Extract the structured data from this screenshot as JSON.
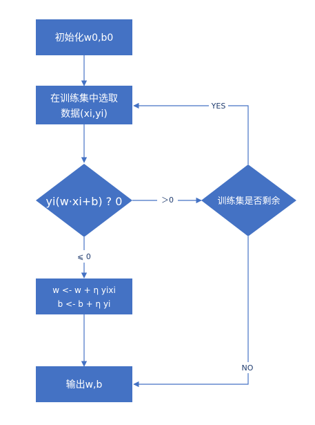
{
  "nodes": {
    "init": {
      "text": "初始化w0,b0"
    },
    "select": {
      "line1": "在训练集中选取",
      "line2": "数据(xi,yi)"
    },
    "condition": {
      "text": "yi(w·xi+b) ? 0"
    },
    "remaining": {
      "text": "训练集是否剩余"
    },
    "update": {
      "line1": "w <- w +  η yixi",
      "line2": "b <- b + η yi"
    },
    "output": {
      "text": "输出w,b"
    }
  },
  "edges": {
    "greater_zero": "＞0",
    "leq_zero": "⩽ 0",
    "yes": "YES",
    "no": "NO"
  },
  "colors": {
    "node_fill": "#4472c4",
    "edge": "#4472c4",
    "node_text": "#ffffff",
    "edge_label": "#1f3b6e"
  }
}
